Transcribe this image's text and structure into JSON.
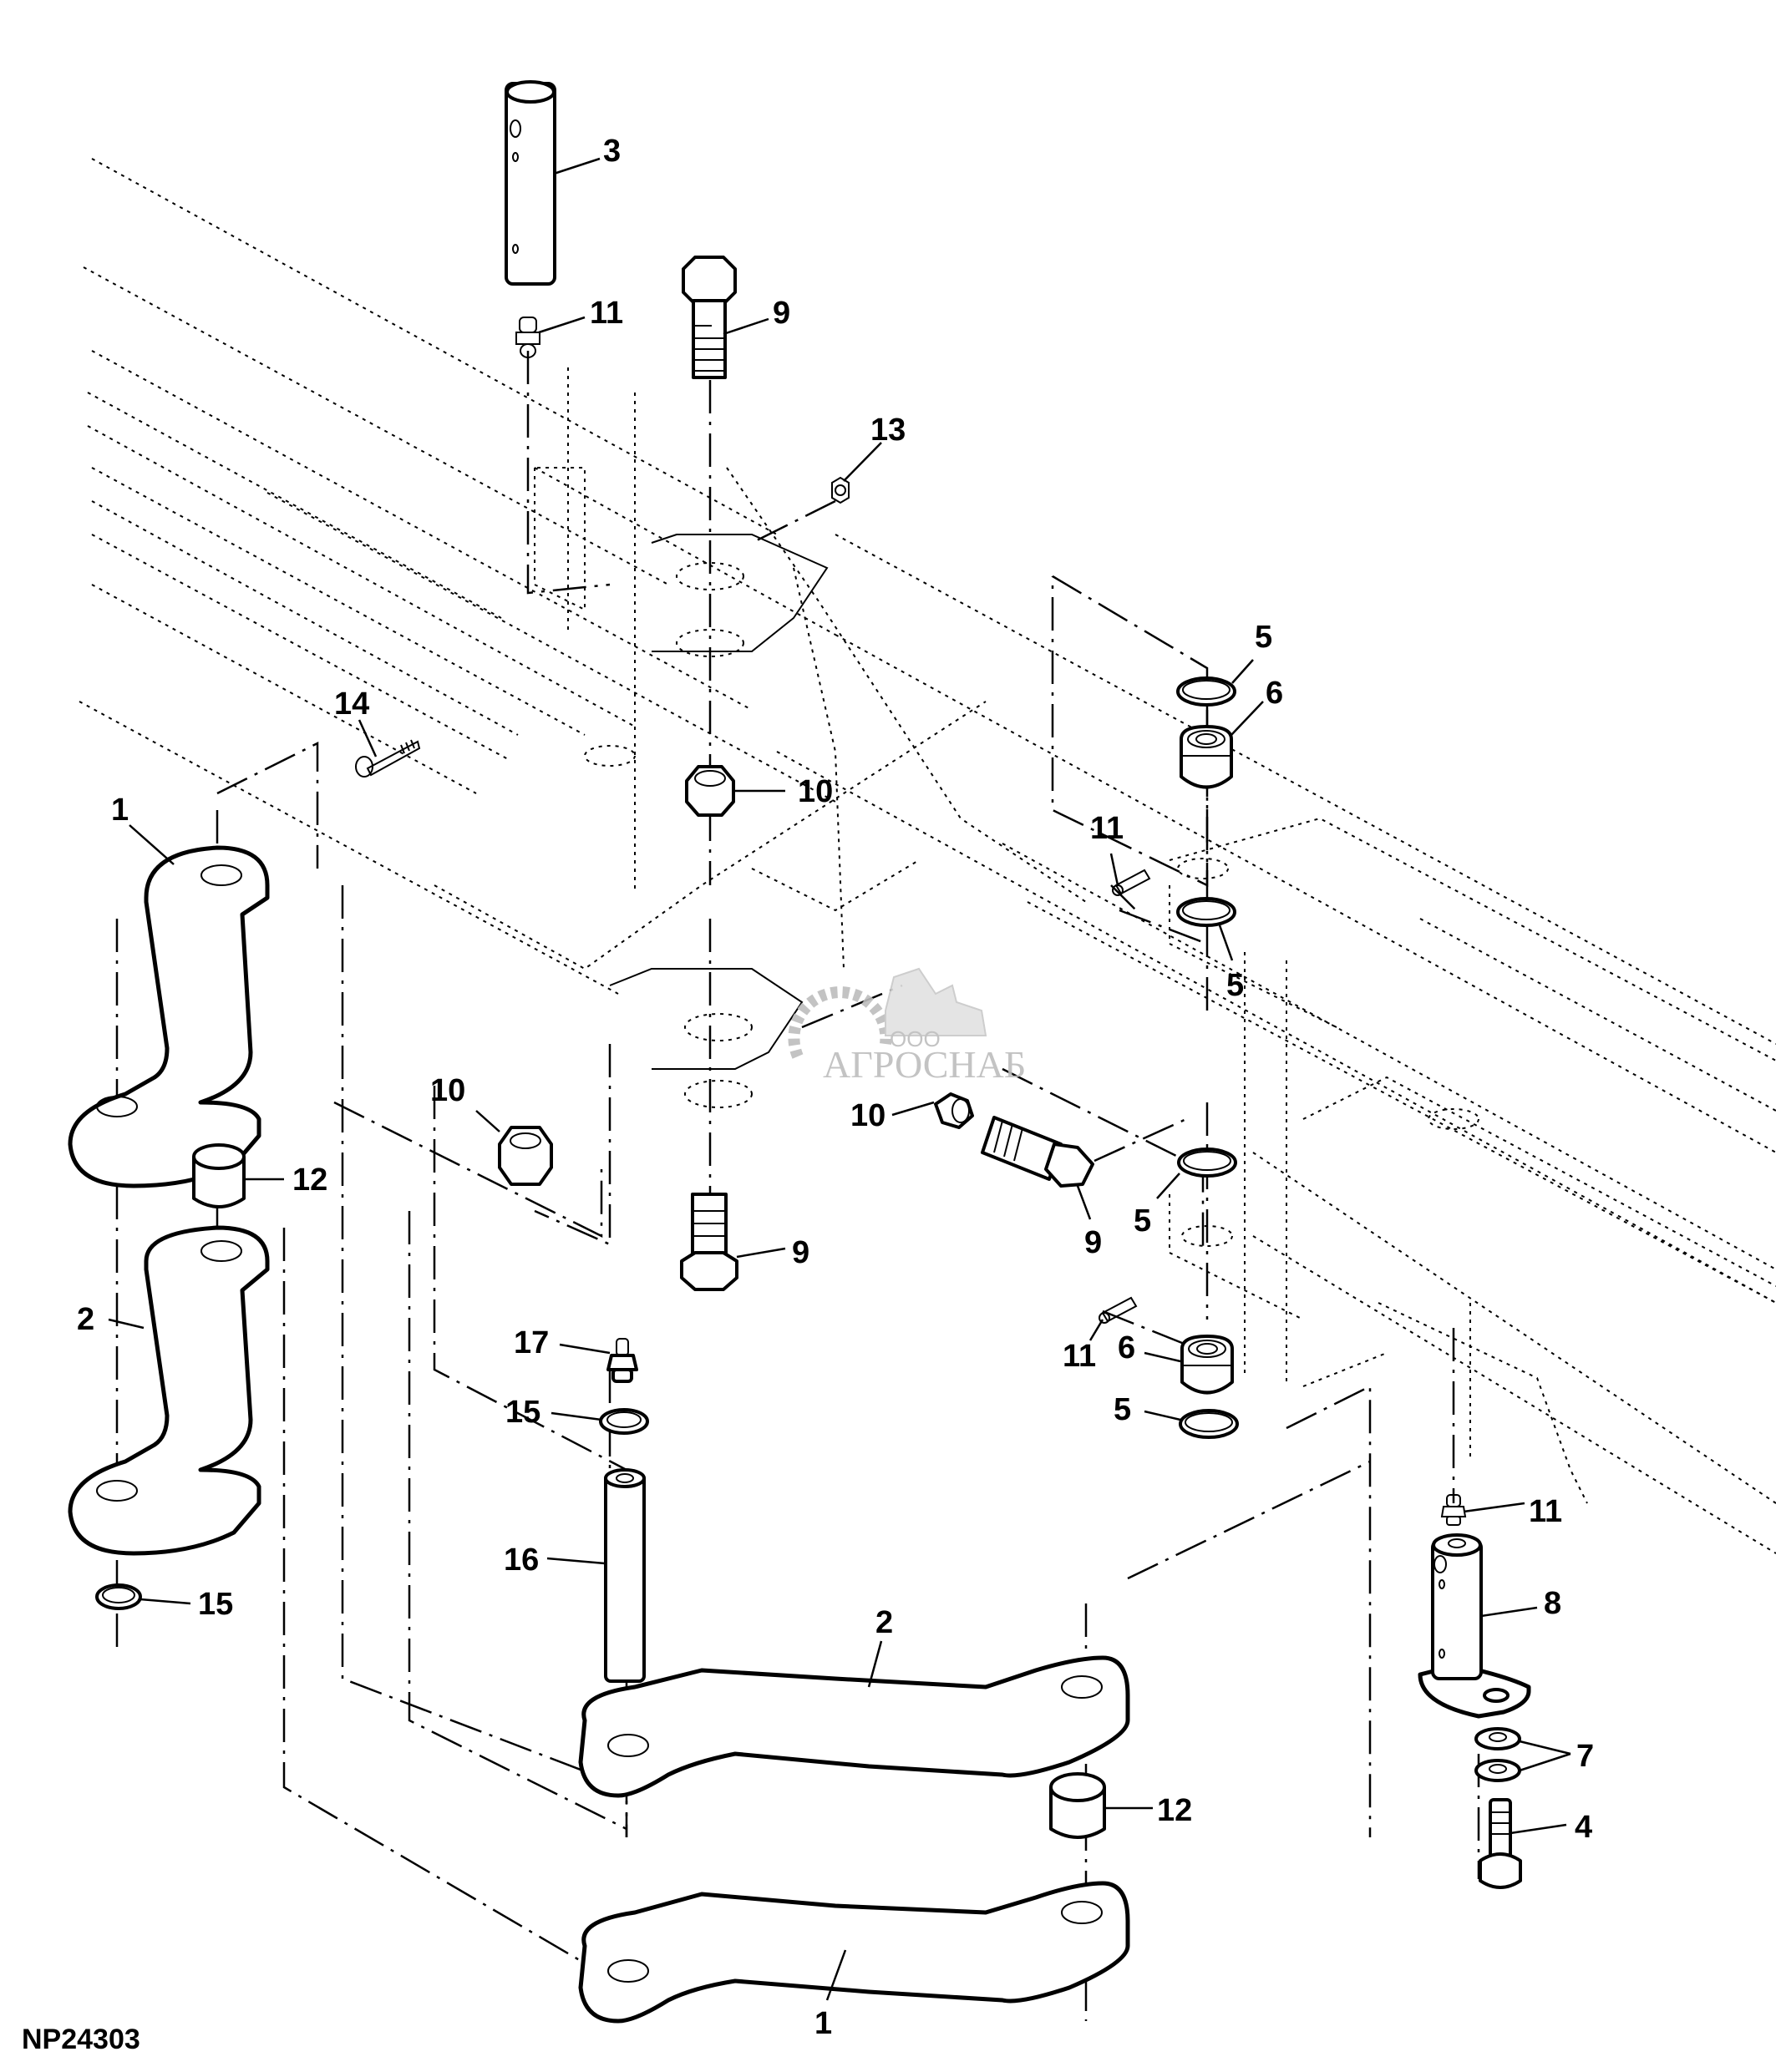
{
  "figure": {
    "id_label": "NP24303",
    "type": "exploded parts diagram"
  },
  "watermark": {
    "prefix": "ООО",
    "name": "АГРОСНАБ",
    "color": "#bdbdbd"
  },
  "callouts": [
    {
      "label": "3",
      "part": "pin"
    },
    {
      "label": "11",
      "part": "grease fitting (top pin)"
    },
    {
      "label": "9",
      "part": "bolt (top)"
    },
    {
      "label": "13",
      "part": "nut"
    },
    {
      "label": "5",
      "part": "snap ring (upper)"
    },
    {
      "label": "6",
      "part": "bushing (upper)"
    },
    {
      "label": "14",
      "part": "bolt"
    },
    {
      "label": "10",
      "part": "lock nut (center)"
    },
    {
      "label": "1",
      "part": "link arm (left)"
    },
    {
      "label": "11",
      "part": "grease fitting (right upper)"
    },
    {
      "label": "5",
      "part": "snap ring"
    },
    {
      "label": "10",
      "part": "lock nut (left)"
    },
    {
      "label": "10",
      "part": "lock nut (right)"
    },
    {
      "label": "12",
      "part": "spacer (left)"
    },
    {
      "label": "9",
      "part": "bolt (right)"
    },
    {
      "label": "5",
      "part": "snap ring (lower upper)"
    },
    {
      "label": "9",
      "part": "bolt (lower)"
    },
    {
      "label": "2",
      "part": "link arm (left lower)"
    },
    {
      "label": "17",
      "part": "grease fitting"
    },
    {
      "label": "11",
      "part": "grease fitting (right lower)"
    },
    {
      "label": "6",
      "part": "bushing (lower)"
    },
    {
      "label": "15",
      "part": "snap ring (center)"
    },
    {
      "label": "5",
      "part": "snap ring (bottom)"
    },
    {
      "label": "11",
      "part": "grease fitting (pivot pin)"
    },
    {
      "label": "16",
      "part": "pin"
    },
    {
      "label": "15",
      "part": "snap ring (left)"
    },
    {
      "label": "2",
      "part": "link arm (lower)"
    },
    {
      "label": "8",
      "part": "pivot pin"
    },
    {
      "label": "12",
      "part": "spacer (lower)"
    },
    {
      "label": "7",
      "part": "washers"
    },
    {
      "label": "4",
      "part": "cap screw"
    },
    {
      "label": "1",
      "part": "link arm (bottom)"
    }
  ]
}
